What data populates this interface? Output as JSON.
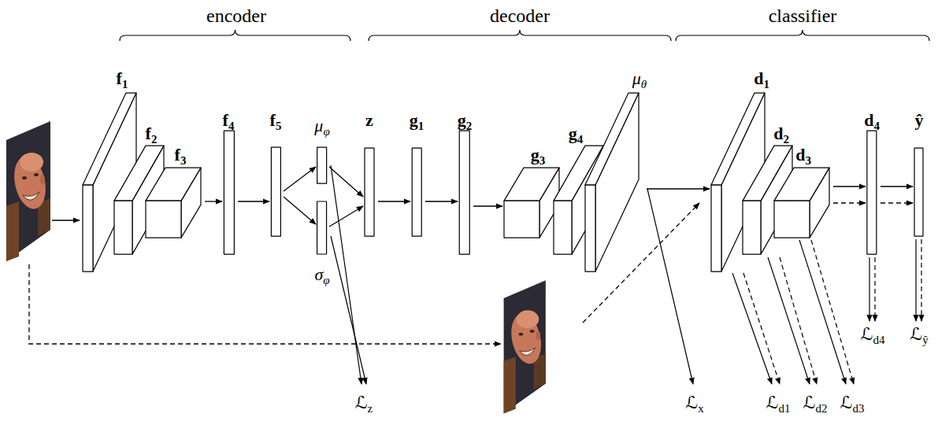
{
  "diagram": {
    "nodes": [
      {
        "text": [
          "f1"
        ]
      },
      {
        "text": [
          "f2"
        ]
      },
      {
        "text": [
          "f3"
        ]
      },
      {
        "text": [
          "f4"
        ]
      },
      {
        "text": [
          "f5"
        ]
      },
      {
        "text": [
          "μφ"
        ]
      },
      {
        "text": [
          "σφ"
        ]
      },
      {
        "text": [
          "z"
        ]
      },
      {
        "text": [
          "g1"
        ]
      },
      {
        "text": [
          "g2"
        ]
      },
      {
        "text": [
          "g3"
        ]
      },
      {
        "text": [
          "g4"
        ]
      },
      {
        "text": [
          "μθ"
        ]
      },
      {
        "text": [
          "d1"
        ]
      },
      {
        "text": [
          "d2"
        ]
      },
      {
        "text": [
          "d3"
        ]
      },
      {
        "text": [
          "d4"
        ]
      },
      {
        "text": [
          "ŷ"
        ]
      }
    ],
    "edges": [
      {
        "from": 2,
        "to": 3,
        "arrow": "to"
      },
      {
        "from": 3,
        "to": 4,
        "arrow": "to"
      },
      {
        "from": 4,
        "to": 5,
        "arrow": "to"
      },
      {
        "from": 4,
        "to": 6,
        "arrow": "to"
      },
      {
        "from": 5,
        "to": 7,
        "arrow": "to"
      },
      {
        "from": 6,
        "to": 7,
        "arrow": "to"
      },
      {
        "from": 7,
        "to": 8,
        "arrow": "to"
      },
      {
        "from": 8,
        "to": 9,
        "arrow": "to"
      },
      {
        "from": 9,
        "to": 10,
        "arrow": "to"
      },
      {
        "from": 12,
        "to": 13,
        "arrow": "to"
      },
      {
        "from": 15,
        "to": 16,
        "arrow": "to"
      },
      {
        "from": 15,
        "to": 16,
        "arrow": "to"
      },
      {
        "from": 16,
        "to": 17,
        "arrow": "to"
      },
      {
        "from": 16,
        "to": 17,
        "arrow": "to"
      }
    ],
    "labels": [
      "encoder",
      "decoder",
      "classifier",
      "ℒz",
      "ℒx",
      "ℒd1",
      "ℒd2",
      "ℒd3",
      "ℒd4",
      "ℒŷ"
    ]
  }
}
